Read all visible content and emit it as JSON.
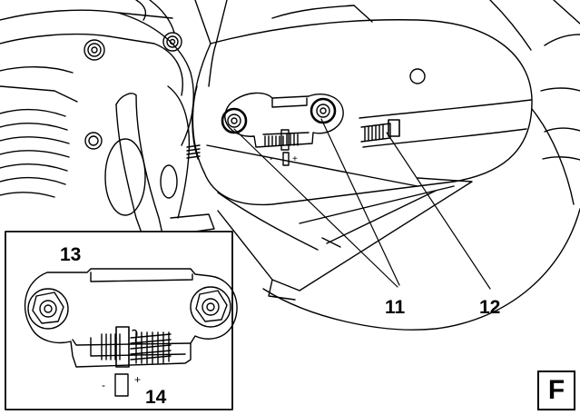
{
  "callouts": {
    "c11": "11",
    "c12": "12",
    "c13": "13",
    "c14": "14"
  },
  "signs": {
    "minus": "-",
    "plus": "+"
  },
  "panel_letter": "F"
}
